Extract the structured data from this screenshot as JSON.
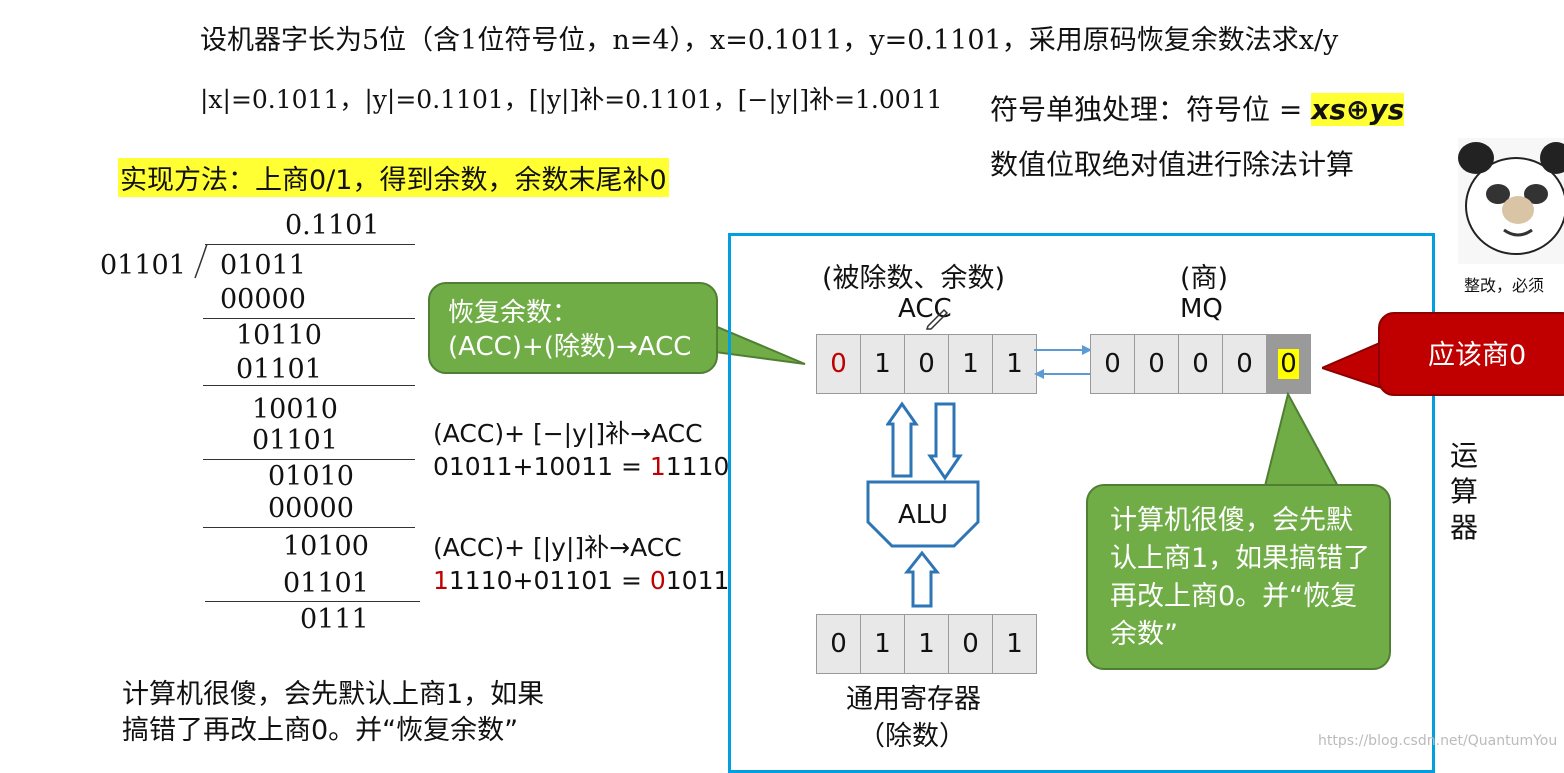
{
  "header": {
    "line1": "设机器字长为5位（含1位符号位，n=4），x=0.1011，y=0.1101，采用原码恢复余数法求x/y",
    "line2": "|x|=0.1011，|y|=0.1101，[|y|]补=0.1101，[−|y|]补=1.0011",
    "sign_note": "符号单独处理：符号位 = xs⊕ys",
    "sign_prefix": "符号单独处理：符号位 =",
    "sign_formula": "xs⊕ys",
    "abs_note": "数值位取绝对值进行除法计算",
    "method": "实现方法：上商0/1，得到余数，余数末尾补0"
  },
  "division": {
    "divisor": "01101",
    "quotient": "0.1101",
    "rows": [
      "01011",
      "00000",
      "10110",
      "01101",
      "10010",
      "01101",
      "01010",
      "00000",
      "10100",
      "01101",
      "0111"
    ]
  },
  "ops": {
    "sub_title": "(ACC)+ [−|y|]补→ACC",
    "sub_calc_a": "01011+10011 = ",
    "sub_calc_b": "1",
    "sub_calc_c": "1110",
    "add_title": "(ACC)+ [|y|]补→ACC",
    "add_calc_a": "1",
    "add_calc_b": "1110+01101 = ",
    "add_calc_c": "0",
    "add_calc_d": "1011"
  },
  "bubbles": {
    "restore_line1": "恢复余数：",
    "restore_line2": "(ACC)+(除数)→ACC",
    "should_zero": "应该商0",
    "explain": "计算机很傻，会先默认上商1，如果搞错了再改上商0。并“恢复余数”"
  },
  "bottom_note_line1": "计算机很傻，会先默认上商1，如果",
  "bottom_note_line2": "搞错了再改上商0。并“恢复余数”",
  "diagram": {
    "acc_caption": "(被除数、余数)",
    "acc_label": "ACC",
    "acc_bits": [
      "0",
      "1",
      "0",
      "1",
      "1"
    ],
    "mq_caption": "(商)",
    "mq_label": "MQ",
    "mq_bits": [
      "0",
      "0",
      "0",
      "0",
      "0"
    ],
    "alu_label": "ALU",
    "gpr_bits": [
      "0",
      "1",
      "1",
      "0",
      "1"
    ],
    "gpr_caption": "通用寄存器",
    "gpr_sub": "（除数）",
    "unit_label_chars": [
      "运",
      "算",
      "器"
    ]
  },
  "meme_caption": "整改，必须",
  "watermark": "https://blog.csdn.net/QuantumYou",
  "colors": {
    "accent_green": "#70ad47",
    "bubble_red": "#c00000",
    "frame_blue": "#00a0e0",
    "highlight": "#ffff33"
  }
}
